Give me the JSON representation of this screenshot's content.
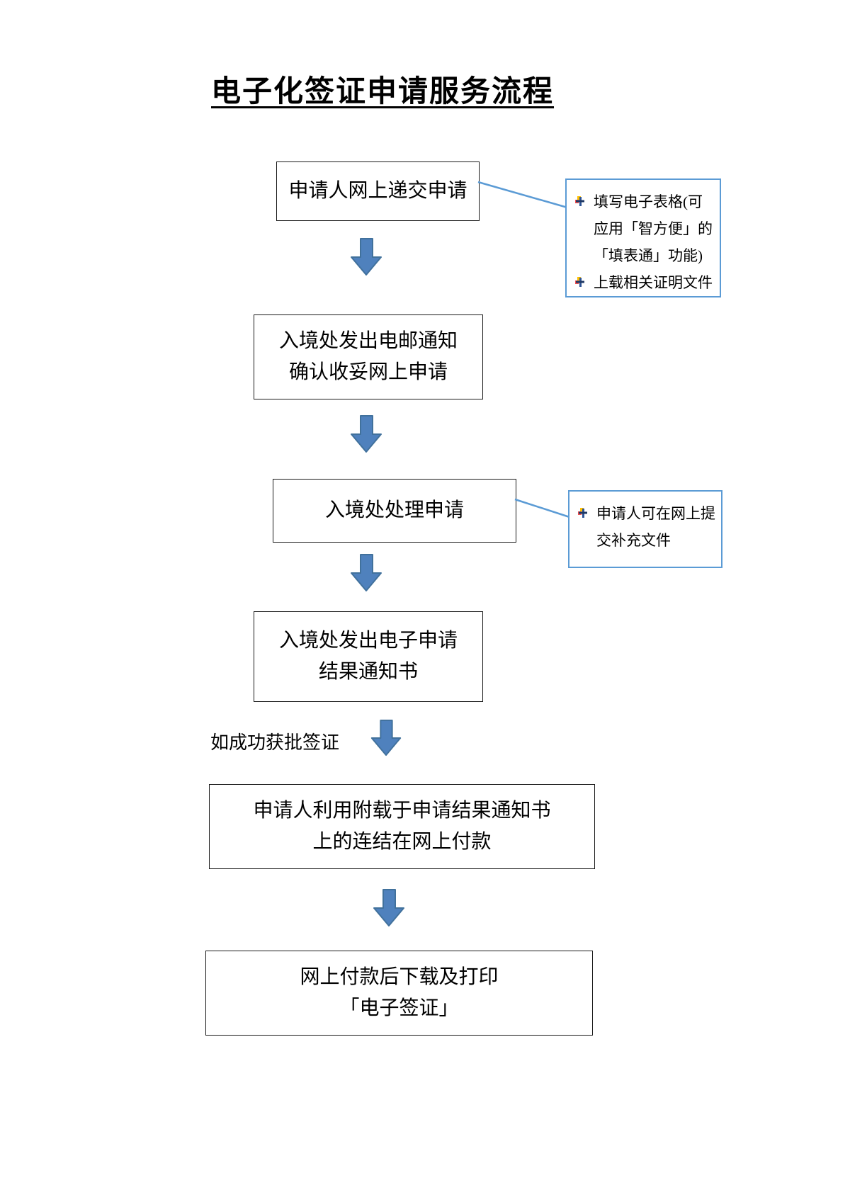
{
  "page": {
    "background": "#ffffff"
  },
  "title": "电子化签证申请服务流程",
  "colors": {
    "box_border": "#1a1a1a",
    "callout_border": "#5b9bd5",
    "connector_line": "#5b9bd5",
    "arrow_fill": "#4f81bd",
    "arrow_outline": "#41719c",
    "text": "#000000"
  },
  "icons": {
    "down_arrow": "down-arrow-icon",
    "bullet": "colored-bullet-icon"
  },
  "flow": {
    "steps": [
      {
        "lines": [
          "申请人网上递交申请",
          ""
        ]
      },
      {
        "lines": [
          "入境处发出电邮通知",
          "确认收妥网上申请"
        ]
      },
      {
        "lines": [
          "入境处处理申请",
          ""
        ]
      },
      {
        "lines": [
          "入境处发出电子申请",
          "结果通知书"
        ]
      },
      {
        "lines": [
          "申请人利用附载于申请结果通知书",
          "上的连结在网上付款"
        ]
      },
      {
        "lines": [
          "网上付款后下载及打印",
          "「电子签证」"
        ]
      }
    ],
    "branch_label": "如成功获批签证",
    "callouts": [
      {
        "items": [
          "填写电子表格(可应用「智方便」的「填表通」功能)",
          "上载相关证明文件"
        ]
      },
      {
        "items": [
          "申请人可在网上提交补充文件"
        ]
      }
    ]
  }
}
